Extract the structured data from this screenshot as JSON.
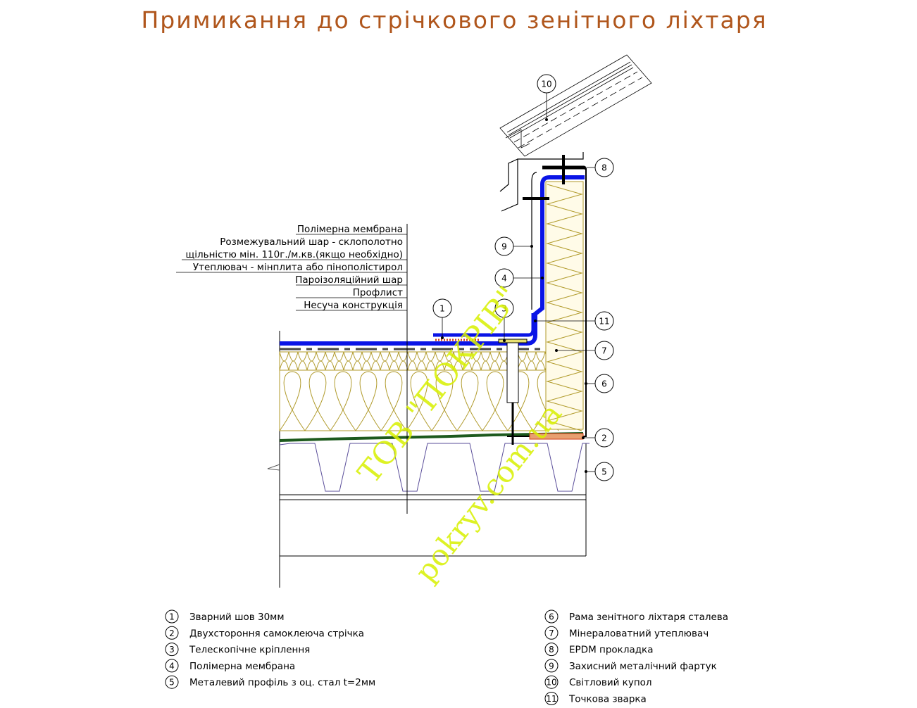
{
  "title": "Примикання до стрічкового зенітного ліхтаря",
  "layer_labels": [
    "Полімерна мембрана",
    "Розмежувальний шар - склополотно",
    "щільністю мін. 110г./м.кв.(якщо необхідно)",
    "Утеплювач - мінплита або пінополістирол",
    "Пароізоляційний шар",
    "Профлист",
    "Несуча конструкція"
  ],
  "callouts": [
    "1",
    "2",
    "3",
    "4",
    "5",
    "6",
    "7",
    "8",
    "9",
    "10",
    "11"
  ],
  "legend": [
    {
      "num": "1",
      "text": "Зварний шов 30мм"
    },
    {
      "num": "2",
      "text": "Двухстороння самоклеюча стрічка"
    },
    {
      "num": "3",
      "text": "Телескопічне кріплення"
    },
    {
      "num": "4",
      "text": "Полімерна мембрана"
    },
    {
      "num": "5",
      "text": "Металевий профіль з оц. стал t=2мм"
    },
    {
      "num": "6",
      "text": "Рама зенітного ліхтаря сталева"
    },
    {
      "num": "7",
      "text": "Мінераловатний утеплювач"
    },
    {
      "num": "8",
      "text": "EPDM прокладка"
    },
    {
      "num": "9",
      "text": "Захисний металічний фартук"
    },
    {
      "num": "10",
      "text": "Світловий купол"
    },
    {
      "num": "11",
      "text": "Точкова зварка"
    }
  ],
  "watermark": [
    "ТОВ \"ПОКРІВ\"",
    "pokryv.com.ua"
  ],
  "colors": {
    "title": "#b0561c",
    "membrane": "#0a14e6",
    "insulation": "#b09a2a",
    "vapor": "#1d5a1d",
    "deck": "#5a4e9a",
    "tape": "#d0401a",
    "watermark": "#d8f000"
  }
}
